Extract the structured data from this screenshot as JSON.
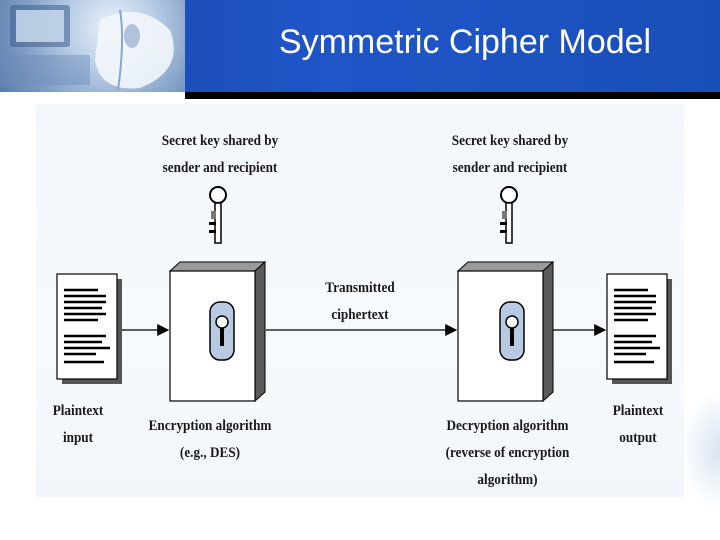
{
  "slide": {
    "title": "Symmetric Cipher Model",
    "accent_color": "#1f55c8"
  },
  "diagram": {
    "key_left_caption": [
      "Secret key shared by",
      "sender and recipient"
    ],
    "key_right_caption": [
      "Secret key shared by",
      "sender and recipient"
    ],
    "transmitted_label": [
      "Transmitted",
      "ciphertext"
    ],
    "plaintext_input_label": [
      "Plaintext",
      "input"
    ],
    "plaintext_output_label": [
      "Plaintext",
      "output"
    ],
    "encryption_label": [
      "Encryption algorithm",
      "(e.g., DES)"
    ],
    "decryption_label": [
      "Decryption algorithm",
      "(reverse of encryption",
      "algorithm)"
    ],
    "icons": [
      "key-icon",
      "lock-icon",
      "document-icon",
      "computer-mouse-icon"
    ]
  }
}
